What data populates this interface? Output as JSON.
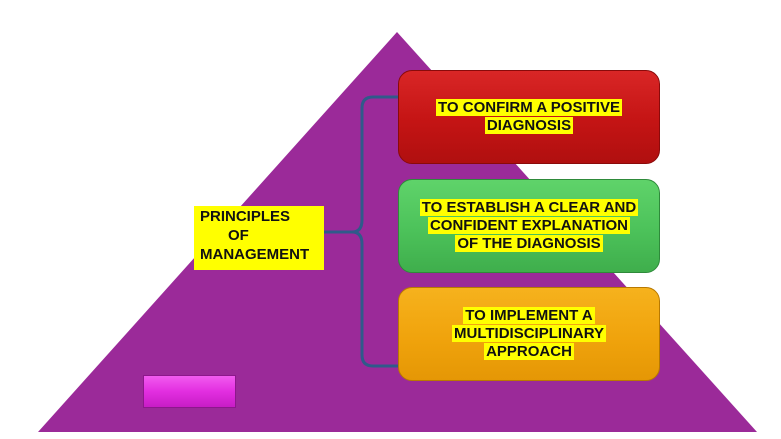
{
  "center": {
    "line1": "PRINCIPLES",
    "line2": "OF",
    "line3": "MANAGEMENT"
  },
  "principles": [
    {
      "lines": [
        "TO CONFIRM A POSITIVE",
        "DIAGNOSIS"
      ],
      "color": "#c41414"
    },
    {
      "lines": [
        "TO ESTABLISH A CLEAR AND",
        "CONFIDENT EXPLANATION",
        "OF THE DIAGNOSIS"
      ],
      "color": "#4cc25a"
    },
    {
      "lines": [
        "TO IMPLEMENT A",
        "MULTIDISCIPLINARY",
        "APPROACH"
      ],
      "color": "#f0a30c"
    }
  ],
  "colors": {
    "pyramid": "#9b2a99",
    "bracket": "#2f5a8a",
    "highlight": "#ffff00",
    "accent_rect": "#e22ee0"
  }
}
